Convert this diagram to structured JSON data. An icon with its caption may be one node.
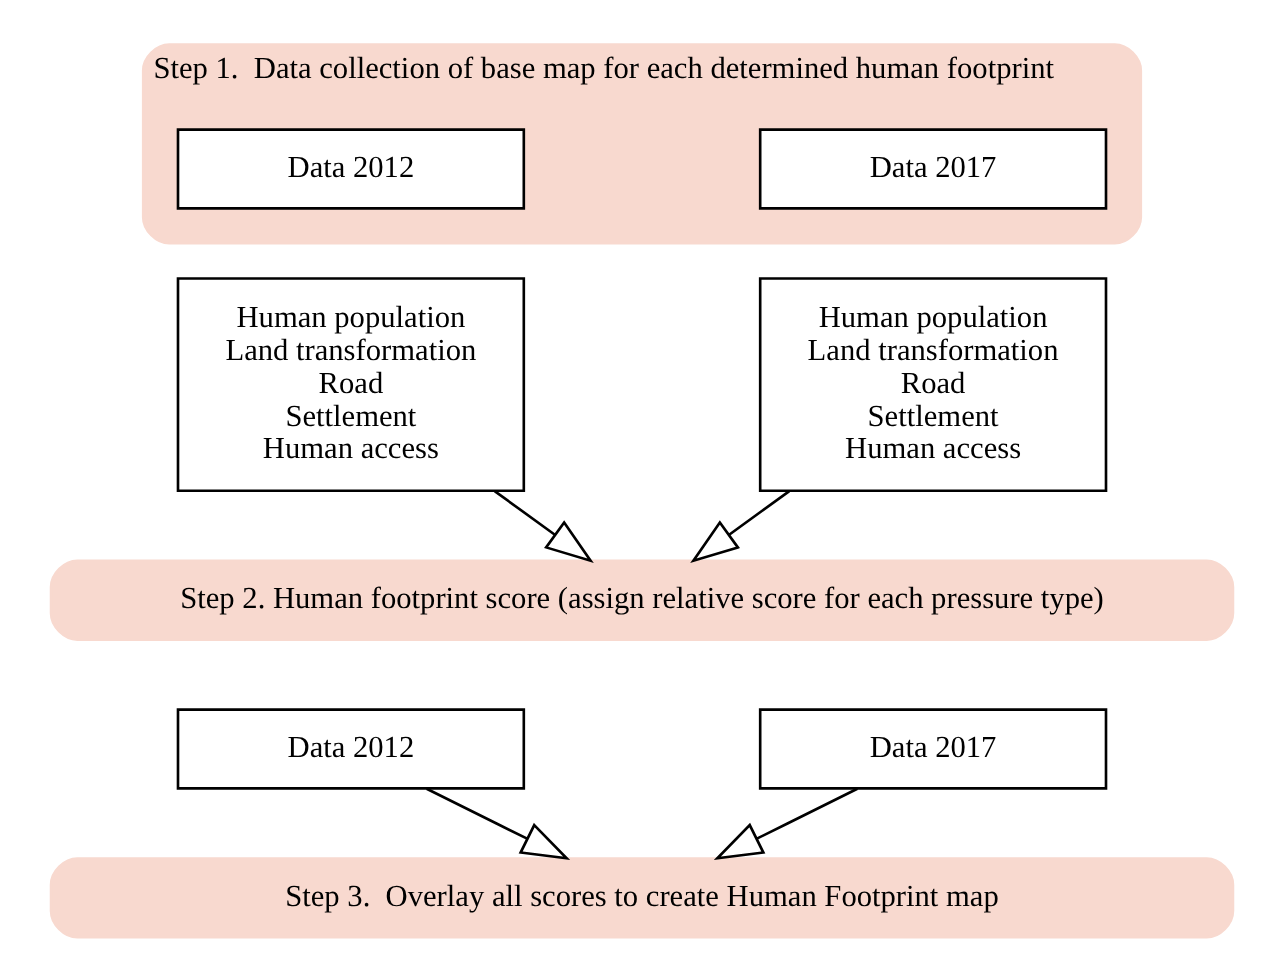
{
  "diagram": {
    "nodes": [
      {
        "text": [
          "Step 1.  Data collection of base map for each determined human footprint"
        ]
      },
      {
        "text": [
          "Data 2012"
        ],
        "in": 0
      },
      {
        "text": [
          "Data 2017"
        ],
        "in": 0
      },
      {
        "text": [
          "Human population",
          "Land transformation",
          "Road",
          "Settlement",
          "Human access"
        ]
      },
      {
        "text": [
          "Human population",
          "Land transformation",
          "Road",
          "Settlement",
          "Human access"
        ]
      },
      {
        "text": [
          "Step 2. Human footprint score (assign relative score for each pressure type)"
        ]
      },
      {
        "text": [
          "Data 2012"
        ]
      },
      {
        "text": [
          "Data 2017"
        ]
      },
      {
        "text": [
          "Step 3.  Overlay all scores to create Human Footprint map"
        ]
      }
    ],
    "edges": [
      {
        "from": 3,
        "to": 5,
        "arrow": "to"
      },
      {
        "from": 4,
        "to": 5,
        "arrow": "to"
      },
      {
        "from": 6,
        "to": 8,
        "arrow": "to"
      },
      {
        "from": 7,
        "to": 8,
        "arrow": "to"
      }
    ]
  }
}
